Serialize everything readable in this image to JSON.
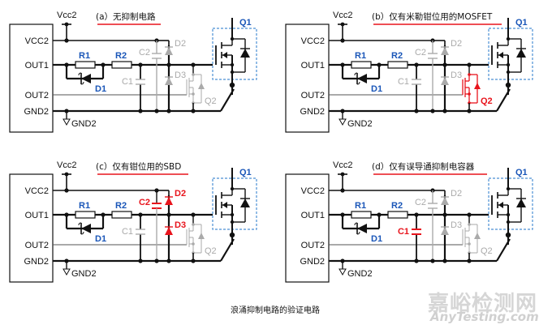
{
  "panels": [
    {
      "title": "(a）无抑制电路",
      "highlight": "none",
      "labels": {
        "vcc_top": "Vcc2",
        "pin_vcc2": "VCC2",
        "pin_out1": "OUT1",
        "pin_out2": "OUT2",
        "pin_gnd2": "GND2",
        "gnd_symbol": "GND2",
        "r1": "R1",
        "r2": "R2",
        "d1": "D1",
        "c1": "C1",
        "c2": "C2",
        "d2": "D2",
        "d3": "D3",
        "q1": "Q1",
        "q2": "Q2"
      }
    },
    {
      "title": "(b）仅有米勒钳位用的MOSFET",
      "highlight": "Q2",
      "labels": {
        "vcc_top": "Vcc2",
        "pin_vcc2": "VCC2",
        "pin_out1": "OUT1",
        "pin_out2": "OUT2",
        "pin_gnd2": "GND2",
        "gnd_symbol": "GND2",
        "r1": "R1",
        "r2": "R2",
        "d1": "D1",
        "c1": "C1",
        "c2": "C2",
        "d2": "D2",
        "d3": "D3",
        "q1": "Q1",
        "q2": "Q2"
      }
    },
    {
      "title": "(c）仅有钳位用的SBD",
      "highlight": "C2,D2,D3",
      "labels": {
        "vcc_top": "Vcc2",
        "pin_vcc2": "VCC2",
        "pin_out1": "OUT1",
        "pin_out2": "OUT2",
        "pin_gnd2": "GND2",
        "gnd_symbol": "GND2",
        "r1": "R1",
        "r2": "R2",
        "d1": "D1",
        "c1": "C1",
        "c2": "C2",
        "d2": "D2",
        "d3": "D3",
        "q1": "Q1",
        "q2": "Q2"
      }
    },
    {
      "title": "(d）仅有误导通抑制电容器",
      "highlight": "C1",
      "labels": {
        "vcc_top": "Vcc2",
        "pin_vcc2": "VCC2",
        "pin_out1": "OUT1",
        "pin_out2": "OUT2",
        "pin_gnd2": "GND2",
        "gnd_symbol": "GND2",
        "r1": "R1",
        "r2": "R2",
        "d1": "D1",
        "c1": "C1",
        "c2": "C2",
        "d2": "D2",
        "d3": "D3",
        "q1": "Q1",
        "q2": "Q2"
      }
    }
  ],
  "caption": "浪涌抑制电路的验证电路",
  "watermark": {
    "line1": "嘉峪检测网",
    "line2": "AnyTesting.com"
  },
  "colors": {
    "wire": "#111111",
    "inactive": "#aaaaaa",
    "highlight": "#e8141c",
    "label_blue": "#1a56b8",
    "q1_box": "#4a8fd4",
    "title_underline": "#e8141c"
  }
}
